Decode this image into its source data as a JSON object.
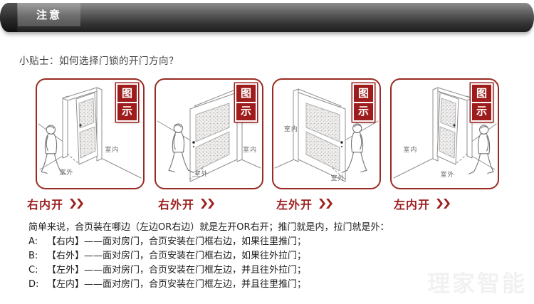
{
  "header": {
    "label": "注意"
  },
  "intro": {
    "title": "小贴士：如何选择门锁的开门方向？"
  },
  "badge": {
    "top": "图",
    "bottom": "示"
  },
  "panels": [
    {
      "id": "right-inward",
      "direction_label": "右内开",
      "indoor_label": "室内",
      "outdoor_label": "室外"
    },
    {
      "id": "right-outward",
      "direction_label": "右外开",
      "indoor_label": "室内",
      "outdoor_label": "室外"
    },
    {
      "id": "left-outward",
      "direction_label": "左外开",
      "indoor_label": "室内",
      "outdoor_label": "室外"
    },
    {
      "id": "left-inward",
      "direction_label": "左内开",
      "indoor_label": "室内",
      "outdoor_label": "室外"
    }
  ],
  "explanation": {
    "intro_line": "简单来说，合页装在哪边（左边OR右边）就是左开OR右开；推门就是内，拉门就是外：",
    "items": [
      {
        "key": "A:",
        "text": "【右内】——面对房门，合页安装在门框右边，如果往里推门；"
      },
      {
        "key": "B:",
        "text": "【右外】——面对房门，合页安装在门框右边，如果往外拉门；"
      },
      {
        "key": "C:",
        "text": "【左外】——面对房门，合页安装在门框左边，并且往外拉门；"
      },
      {
        "key": "D:",
        "text": "【左内】——面对房门，合页安装在门框左边，并且往里推门；"
      }
    ]
  },
  "watermark": {
    "text": "理家智能"
  },
  "colors": {
    "accent_red": "#9e1f1f",
    "panel_border": "#992b23",
    "banner_dark": "#1f1f1f",
    "banner_light": "#8d8d8d"
  },
  "icons": {
    "direction_chevron": "double-chevron-right-icon",
    "badge": "illustration-badge"
  }
}
